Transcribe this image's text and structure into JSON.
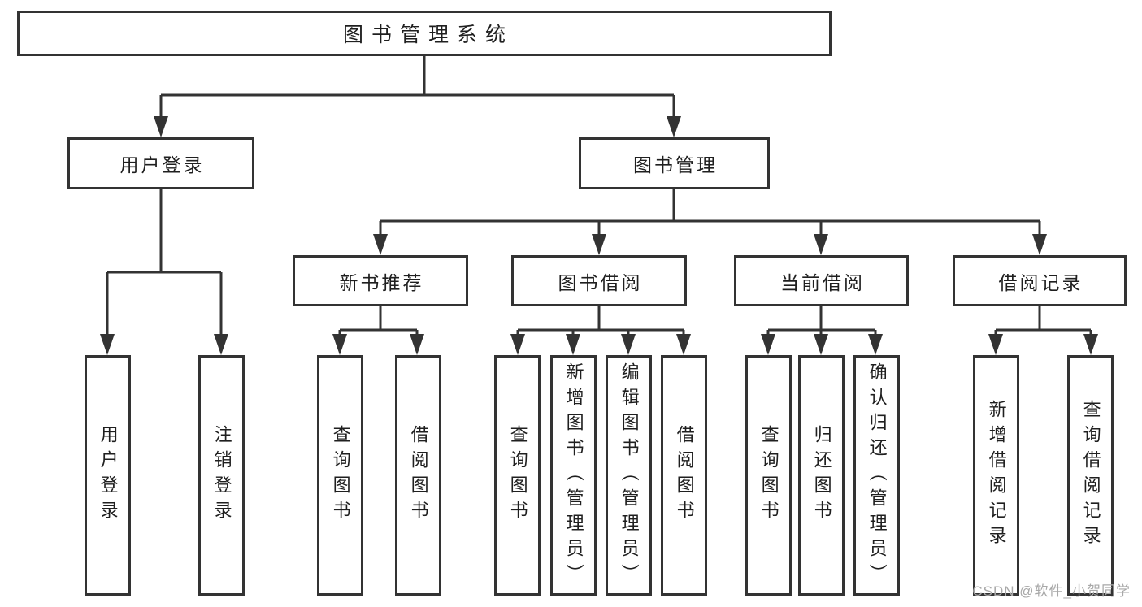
{
  "diagram": {
    "root": {
      "label": "图书管理系统"
    },
    "level2": [
      {
        "id": "user-login",
        "label": "用户登录",
        "parent": "root"
      },
      {
        "id": "book-management",
        "label": "图书管理",
        "parent": "root"
      }
    ],
    "level3": [
      {
        "id": "new-book-recommend",
        "label": "新书推荐",
        "parent": "book-management"
      },
      {
        "id": "book-borrowing",
        "label": "图书借阅",
        "parent": "book-management"
      },
      {
        "id": "current-borrowing",
        "label": "当前借阅",
        "parent": "book-management"
      },
      {
        "id": "borrowing-records",
        "label": "借阅记录",
        "parent": "book-management"
      }
    ],
    "level4": [
      {
        "id": "user-login-leaf",
        "label": "用户登录",
        "parent": "user-login"
      },
      {
        "id": "logout",
        "label": "注销登录",
        "parent": "user-login"
      },
      {
        "id": "query-books-recommend",
        "label": "查询图书",
        "parent": "new-book-recommend"
      },
      {
        "id": "borrow-books-recommend",
        "label": "借阅图书",
        "parent": "new-book-recommend"
      },
      {
        "id": "query-books-borrow",
        "label": "查询图书",
        "parent": "book-borrowing"
      },
      {
        "id": "add-books-admin",
        "label": "新增图书（管理员）",
        "parent": "book-borrowing"
      },
      {
        "id": "edit-books-admin",
        "label": "编辑图书（管理员）",
        "parent": "book-borrowing"
      },
      {
        "id": "borrow-books",
        "label": "借阅图书",
        "parent": "book-borrowing"
      },
      {
        "id": "query-books-current",
        "label": "查询图书",
        "parent": "current-borrowing"
      },
      {
        "id": "return-books",
        "label": "归还图书",
        "parent": "current-borrowing"
      },
      {
        "id": "confirm-return-admin",
        "label": "确认归还（管理员）",
        "parent": "current-borrowing"
      },
      {
        "id": "add-borrow-record",
        "label": "新增借阅记录",
        "parent": "borrowing-records"
      },
      {
        "id": "query-borrow-record",
        "label": "查询借阅记录",
        "parent": "borrowing-records"
      }
    ]
  },
  "watermark": {
    "text": "CSDN @软件_小贺同学"
  },
  "colors": {
    "line": "#333333",
    "text": "#1f1f1f",
    "background": "#ffffff",
    "watermark": "#a8a8a8"
  }
}
